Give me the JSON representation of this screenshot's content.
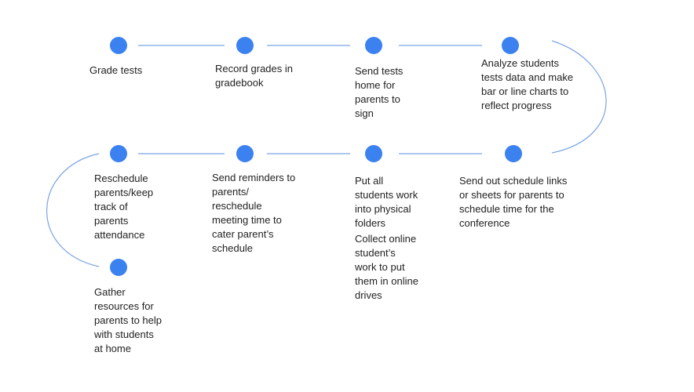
{
  "colors": {
    "node": "#3b82f0",
    "connector": "#7aa3e4",
    "text": "#222222"
  },
  "steps": [
    {
      "label": "Grade tests"
    },
    {
      "label": "Record grades in\ngradebook"
    },
    {
      "label": "Send tests\nhome for\nparents to\nsign"
    },
    {
      "label": "Analyze students\ntests data and make\nbar or line charts to\nreflect progress"
    },
    {
      "label": "Send out schedule links\nor sheets for parents to\nschedule time for the\nconference"
    },
    {
      "label": "Put all\nstudents work\ninto physical\nfolders"
    },
    {
      "label": "Collect online\nstudent’s\nwork to put\nthem in online\ndrives"
    },
    {
      "label": "Send reminders to\nparents/\nreschedule\nmeeting time to\ncater parent’s\nschedule"
    },
    {
      "label": "Reschedule\nparents/keep\ntrack of\nparents\nattendance"
    },
    {
      "label": "Gather\nresources for\nparents to help\nwith students\nat home"
    }
  ]
}
